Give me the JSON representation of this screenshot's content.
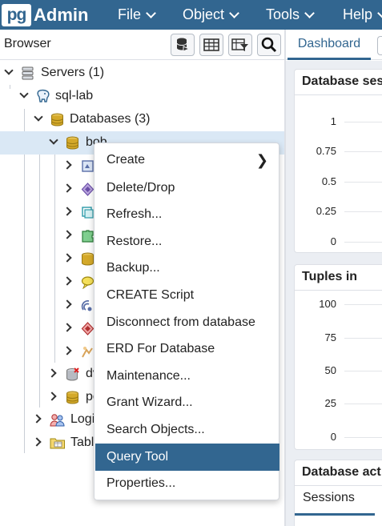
{
  "app": {
    "logo_prefix": "pg",
    "logo_name": "Admin"
  },
  "menu": [
    {
      "label": "File"
    },
    {
      "label": "Object"
    },
    {
      "label": "Tools"
    },
    {
      "label": "Help"
    }
  ],
  "browser": {
    "title": "Browser",
    "tree": {
      "servers": "Servers (1)",
      "server": "sql-lab",
      "databases": "Databases (3)",
      "db_selected": "bob",
      "db_2": "dv",
      "db_3": "po",
      "login_roles": "Logi",
      "tablespaces": "Tabl"
    }
  },
  "dashboard": {
    "tab": "Dashboard",
    "card1": {
      "title": "Database ses",
      "ticks": [
        "1",
        "0.75",
        "0.5",
        "0.25",
        "0"
      ]
    },
    "card2": {
      "title": "Tuples in",
      "ticks": [
        "100",
        "75",
        "50",
        "25",
        "0"
      ]
    },
    "card3": {
      "title": "Database act",
      "sessions_tab": "Sessions"
    }
  },
  "context_menu": {
    "items": [
      {
        "label": "Create",
        "submenu": "❯"
      },
      {
        "label": "Delete/Drop"
      },
      {
        "label": "Refresh..."
      },
      {
        "label": "Restore..."
      },
      {
        "label": "Backup..."
      },
      {
        "label": "CREATE Script"
      },
      {
        "label": "Disconnect from database"
      },
      {
        "label": "ERD For Database"
      },
      {
        "label": "Maintenance..."
      },
      {
        "label": "Grant Wizard..."
      },
      {
        "label": "Search Objects..."
      },
      {
        "label": "Query Tool"
      },
      {
        "label": "Properties..."
      }
    ],
    "active_item": "Query Tool"
  },
  "colors": {
    "brand": "#326690",
    "selected_row": "#dae8f5",
    "db_icon": "#d4a92a"
  }
}
